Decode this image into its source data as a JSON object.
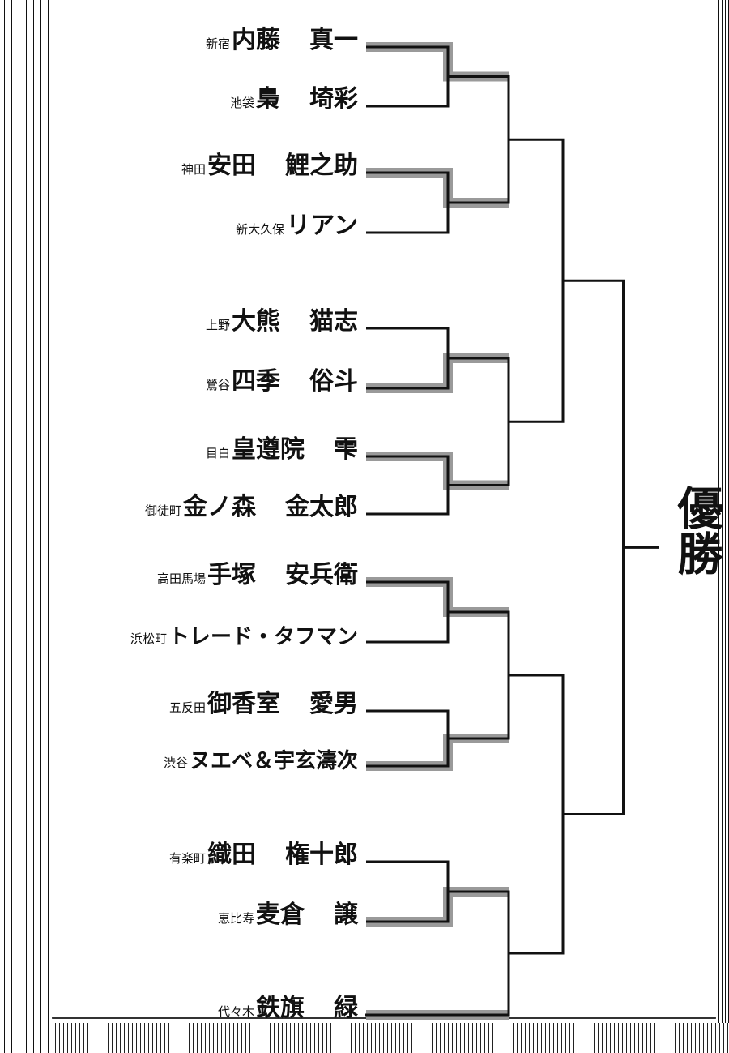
{
  "title": "優勝",
  "entries": [
    {
      "district": "新宿",
      "family": "内藤",
      "given": "真一",
      "winner": true
    },
    {
      "district": "池袋",
      "family": "梟",
      "given": "埼彩",
      "winner": false
    },
    {
      "district": "神田",
      "family": "安田",
      "given": "鯉之助",
      "winner": true
    },
    {
      "district": "新大久保",
      "family": "",
      "given": "リアン",
      "winner": false
    },
    {
      "district": "上野",
      "family": "大熊",
      "given": "猫志",
      "winner": false
    },
    {
      "district": "鶯谷",
      "family": "四季",
      "given": "俗斗",
      "winner": true
    },
    {
      "district": "目白",
      "family": "皇遵院",
      "given": "雫",
      "winner": true
    },
    {
      "district": "御徒町",
      "family": "金ノ森",
      "given": "金太郎",
      "winner": false
    },
    {
      "district": "高田馬場",
      "family": "手塚",
      "given": "安兵衛",
      "winner": true
    },
    {
      "district": "浜松町",
      "family": "",
      "given": "トレード・タフマン",
      "winner": false
    },
    {
      "district": "五反田",
      "family": "御香室",
      "given": "愛男",
      "winner": false
    },
    {
      "district": "渋谷",
      "family": "",
      "given": "ヌエベ＆宇玄濤次",
      "winner": true
    },
    {
      "district": "有楽町",
      "family": "織田",
      "given": "権十郎",
      "winner": false
    },
    {
      "district": "恵比寿",
      "family": "麦倉",
      "given": "譲",
      "winner": true
    },
    {
      "district": "代々木",
      "family": "鉄旗",
      "given": "緑",
      "winner": true
    }
  ]
}
